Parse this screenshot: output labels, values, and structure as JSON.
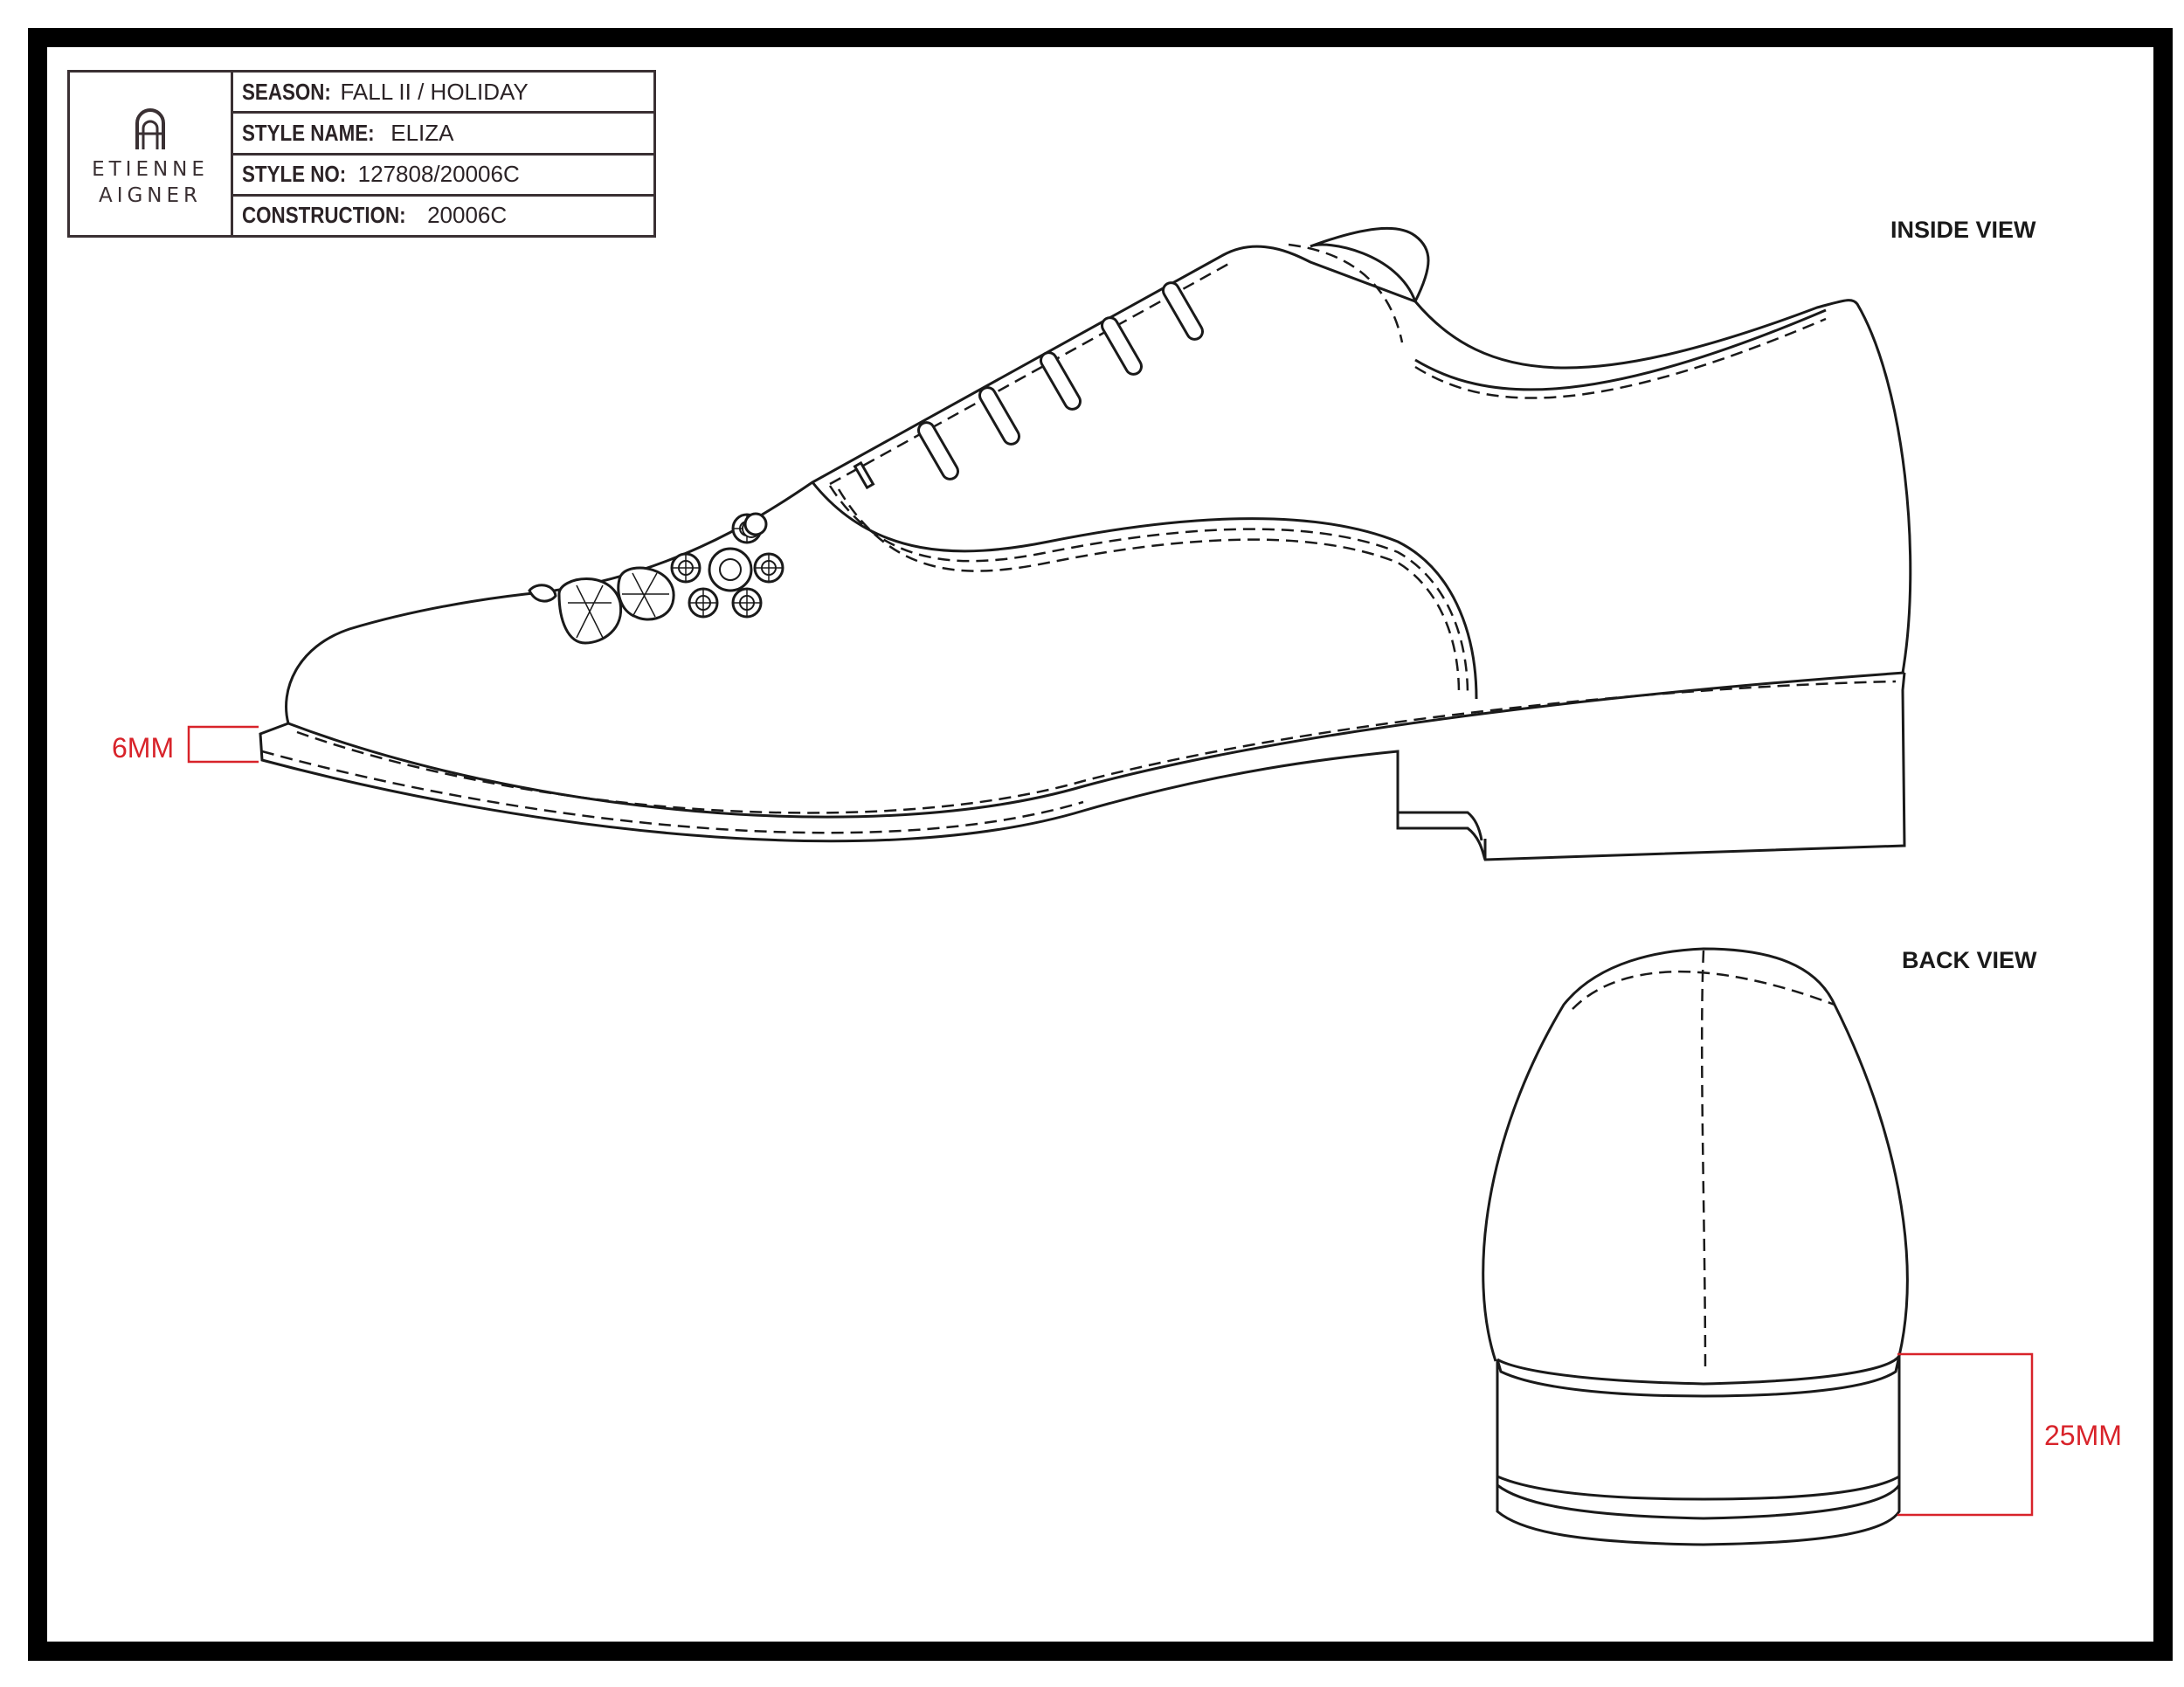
{
  "brand": {
    "line1": "ETIENNE",
    "line2": "AIGNER",
    "logo_icon": "horseshoe-a-logo-icon"
  },
  "spec": {
    "season_label": "SEASON:",
    "season_value": "FALL II / HOLIDAY",
    "style_name_label": "STYLE NAME:",
    "style_name_value": "ELIZA",
    "style_no_label": "STYLE NO:",
    "style_no_value": "127808/20006C",
    "construction_label": "CONSTRUCTION:",
    "construction_value": "20006C"
  },
  "views": {
    "inside": "INSIDE VIEW",
    "back": "BACK VIEW"
  },
  "dimensions": {
    "toe_sole": "6MM",
    "heel_height": "25MM",
    "color": "#d8232a"
  },
  "colors": {
    "line": "#1a1a1a",
    "frame": "#000000",
    "table_border": "#3a3033"
  }
}
